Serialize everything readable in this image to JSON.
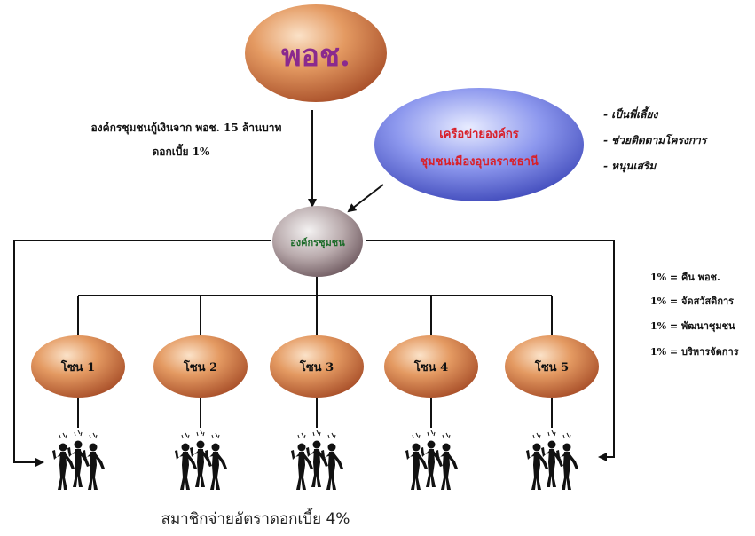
{
  "top_node": {
    "label": "พอช."
  },
  "loan_note": {
    "line1": "องค์กรชุมชนกู้เงินจาก พอช. 15 ล้านบาท",
    "line2": "ดอกเบี้ย 1%"
  },
  "network_node": {
    "line1": "เครือข่ายองค์กร",
    "line2": "ชุมชนเมืองอุบลราชธานี"
  },
  "network_roles": [
    "- เป็นพี่เลี้ยง",
    "- ช่วยติดตามโครงการ",
    "- หนุนเสริม"
  ],
  "center_node": {
    "label": "องค์กรชุมชน"
  },
  "interest_split": [
    "1% = คืน พอช.",
    "1% = จัดสวัสดิการ",
    "1% = พัฒนาชุมชน",
    "1% = บริหารจัดการ"
  ],
  "zones": [
    {
      "label": "โซน 1"
    },
    {
      "label": "โซน 2"
    },
    {
      "label": "โซน 3"
    },
    {
      "label": "โซน 4"
    },
    {
      "label": "โซน 5"
    }
  ],
  "caption": "สมาชิกจ่ายอัตราดอกเบี้ย 4%",
  "colors": {
    "oval_light": "#f6c9a0",
    "oval_dark": "#b55a2a",
    "blue_light": "#c9d2ff",
    "blue_dark": "#4a55c9",
    "red_text": "#d8202a",
    "purple_text": "#8a2a8e",
    "green_text": "#1d6b2a",
    "line": "#111111"
  }
}
